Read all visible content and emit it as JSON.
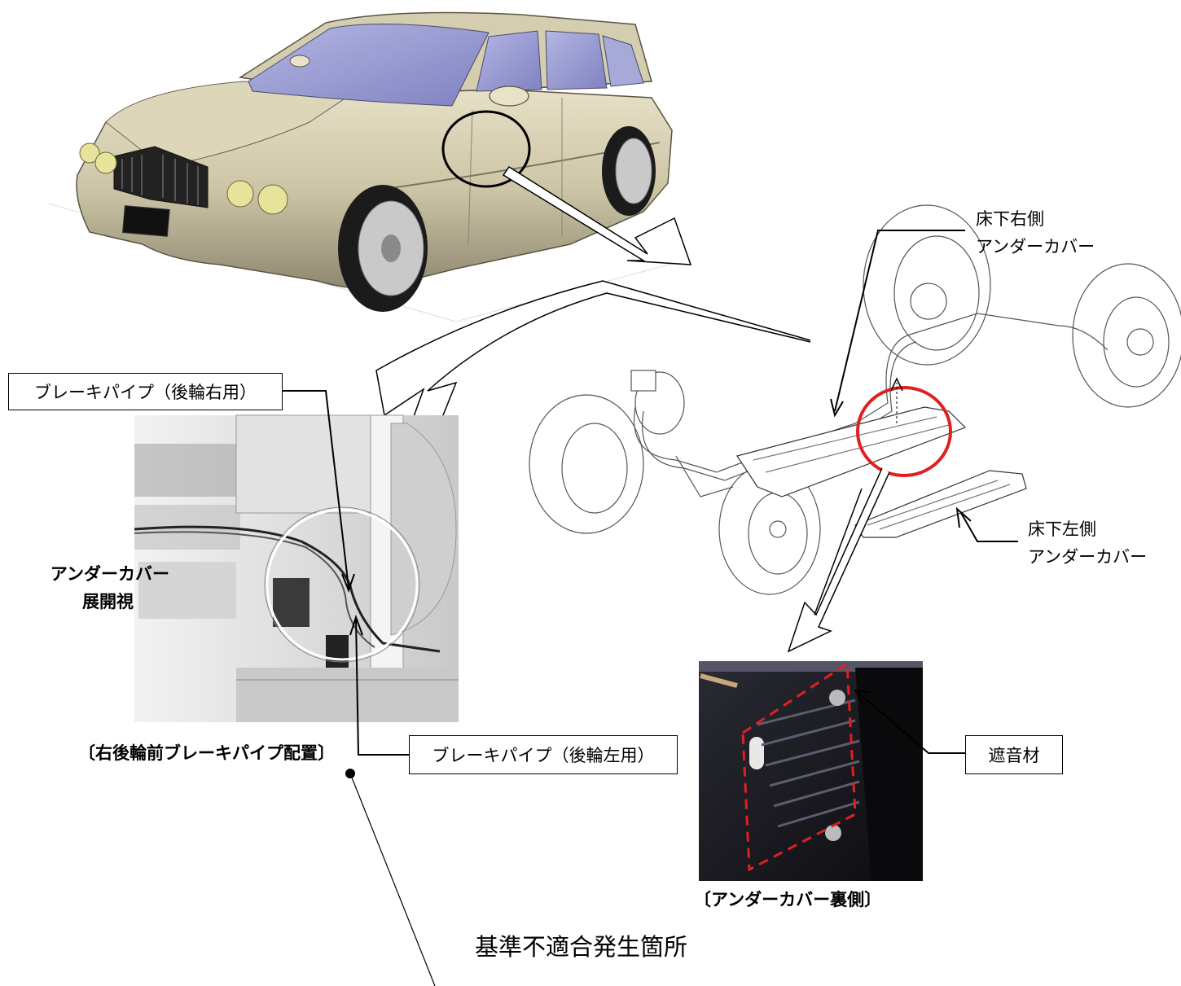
{
  "labels": {
    "right_cover_line1": "床下右側",
    "right_cover_line2": "アンダーカバー",
    "left_cover_line1": "床下左側",
    "left_cover_line2": "アンダーカバー",
    "pipe_right_rear": "ブレーキパイプ（後輪右用）",
    "pipe_left_rear": "ブレーキパイプ（後輪左用）",
    "undercover_expanded_line1": "アンダーカバー",
    "undercover_expanded_line2": "展開視",
    "pipe_layout_caption": "〔右後輪前ブレーキパイプ配置〕",
    "soundproof": "遮音材",
    "undercover_back_caption": "〔アンダーカバー裏側〕",
    "nonconformity_location": "基準不適合発生箇所"
  },
  "colors": {
    "car_body": "#cdc5a6",
    "windows": "#9a9cd2",
    "highlight_circle": "#e02020",
    "dashed_region": "#e02020",
    "photo_dark": "#1a1a1c"
  }
}
